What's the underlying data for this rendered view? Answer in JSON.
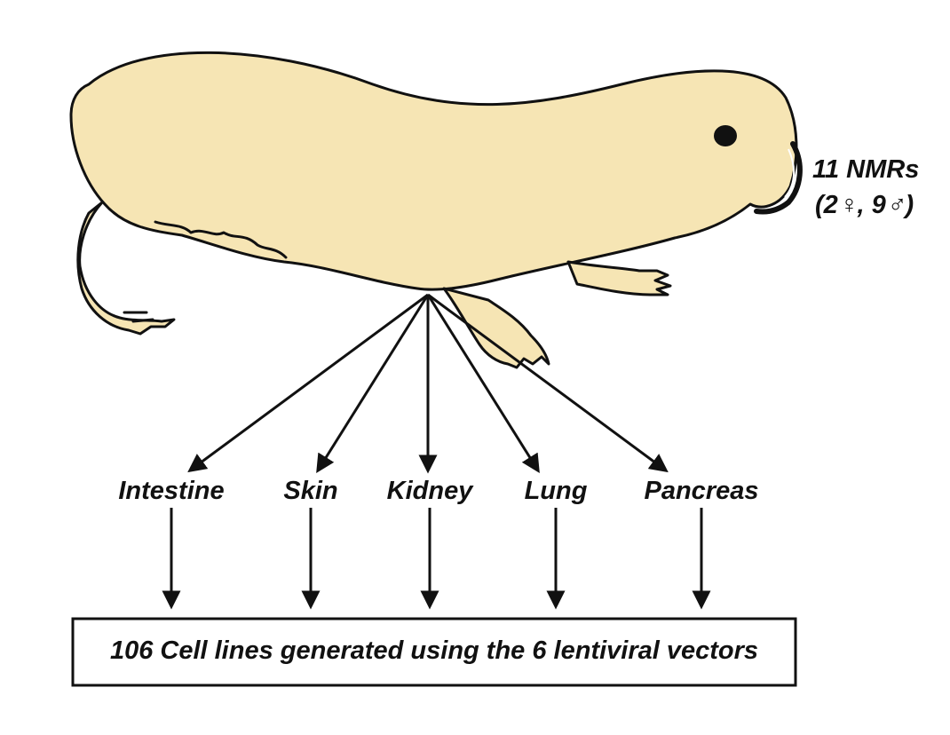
{
  "animal": {
    "count_label": "11 NMRs",
    "sex_label": "(2♀, 9♂)",
    "colors": {
      "fill": "#f6e5b4",
      "outline": "#111111"
    }
  },
  "tissues": [
    {
      "label": "Intestine"
    },
    {
      "label": "Skin"
    },
    {
      "label": "Kidney"
    },
    {
      "label": "Lung"
    },
    {
      "label": "Pancreas"
    }
  ],
  "result_box": {
    "label": "106 Cell lines generated using the 6 lentiviral vectors"
  }
}
